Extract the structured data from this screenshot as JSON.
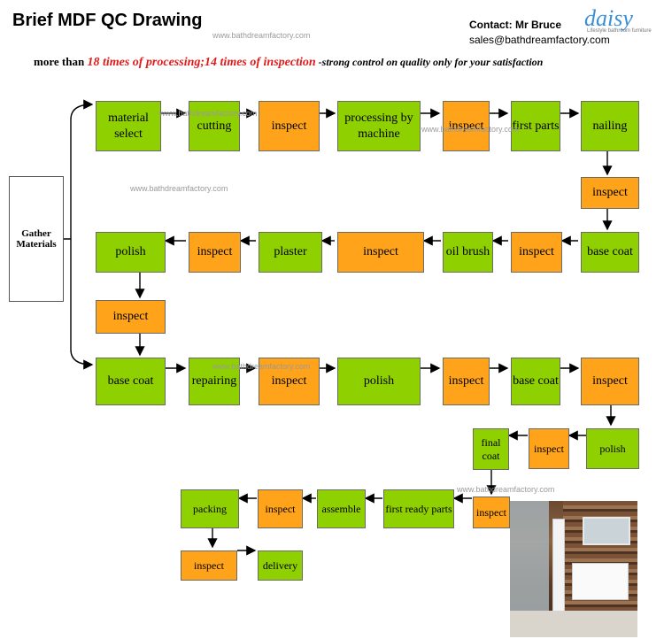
{
  "header": {
    "title": "Brief MDF QC Drawing",
    "contact": "Contact: Mr Bruce",
    "email": "sales@bathdreamfactory.com",
    "logo": "daisy",
    "logo_tagline": "Lifestyle bathroom furniture"
  },
  "tagline": {
    "prefix": "more than ",
    "highlight": "18 times of processing;14 times of inspection",
    "suffix": " -strong control on quality only for your satisfaction"
  },
  "watermark": "www.bathdreamfactory.com",
  "colors": {
    "process": "#8fd000",
    "inspect": "#ffa31a",
    "highlight": "#e01b1b"
  },
  "gather": "Gather Materials",
  "steps": {
    "r1": [
      "material select",
      "cutting",
      "inspect",
      "processing by machine",
      "inspect",
      "first parts",
      "nailing"
    ],
    "r1b": "inspect",
    "r2": [
      "base coat",
      "inspect",
      "oil brush",
      "inspect",
      "plaster",
      "inspect",
      "polish"
    ],
    "r2b": "inspect",
    "r3": [
      "base coat",
      "repairing",
      "inspect",
      "polish",
      "inspect",
      "base coat",
      "inspect"
    ],
    "r4": [
      "polish",
      "inspect",
      "final coat"
    ],
    "r5": [
      "inspect",
      "first ready parts",
      "assemble",
      "inspect",
      "packing"
    ],
    "r6": [
      "inspect",
      "delivery"
    ]
  },
  "photo_icon": "bathroom-furniture-photo"
}
